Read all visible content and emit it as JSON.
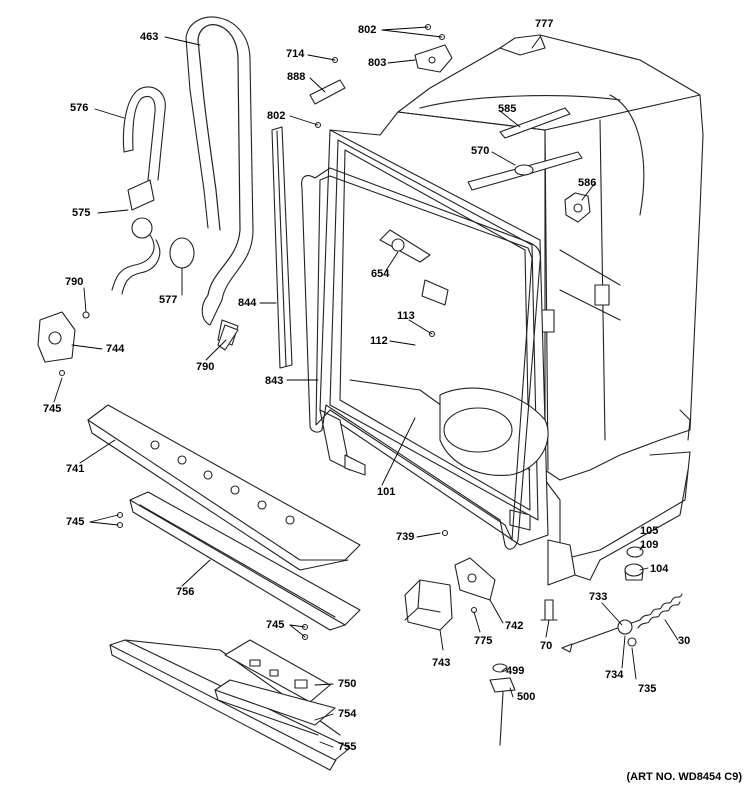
{
  "diagram": {
    "art_number": "(ART NO. WD8454 C9)",
    "parts": {
      "p777": "777",
      "p802a": "802",
      "p803": "803",
      "p714": "714",
      "p888": "888",
      "p802b": "802",
      "p463": "463",
      "p576": "576",
      "p575": "575",
      "p577": "577",
      "p585": "585",
      "p570": "570",
      "p586": "586",
      "p654": "654",
      "p844": "844",
      "p790a": "790",
      "p790b": "790",
      "p744": "744",
      "p745a": "745",
      "p113": "113",
      "p112": "112",
      "p843": "843",
      "p741": "741",
      "p101": "101",
      "p745b": "745",
      "p756": "756",
      "p739": "739",
      "p105": "105",
      "p109": "109",
      "p104": "104",
      "p733": "733",
      "p742": "742",
      "p743": "743",
      "p775": "775",
      "p70": "70",
      "p30": "30",
      "p745c": "745",
      "p499": "499",
      "p734": "734",
      "p735": "735",
      "p750": "750",
      "p500": "500",
      "p754": "754",
      "p755": "755"
    }
  }
}
